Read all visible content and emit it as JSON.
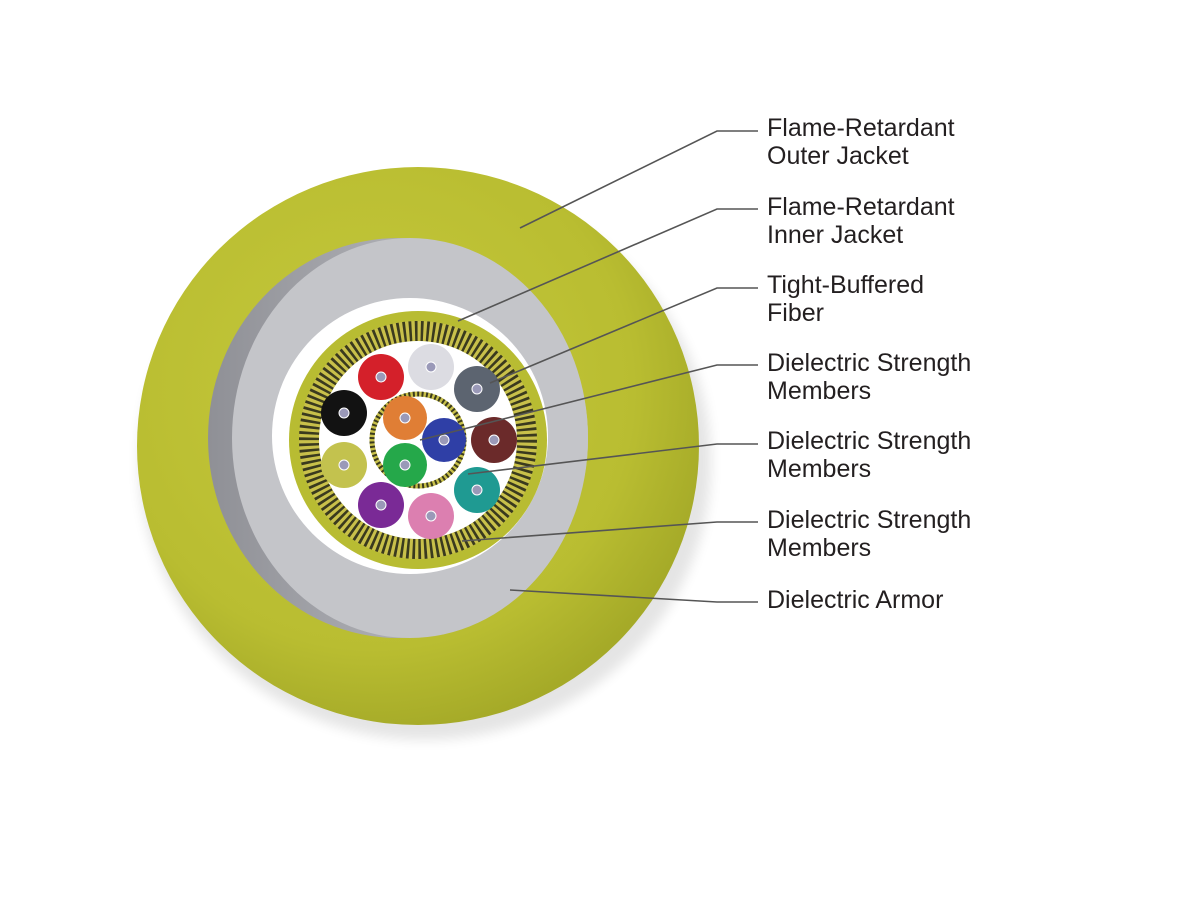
{
  "colors": {
    "outer_jacket": "#b8bc32",
    "armor": "#c4c5c9",
    "inner_jacket": "#b8bc32",
    "strength_yarn_light": "#c8c04a",
    "strength_yarn_dark": "#3a3a1e",
    "leader_line": "#555555",
    "label_text": "#231f20"
  },
  "fibers": {
    "outer_ring": [
      {
        "color_name": "red",
        "color": "#d4202a"
      },
      {
        "color_name": "slate",
        "color": "#5c6470"
      },
      {
        "color_name": "brown",
        "color": "#6b2a2a"
      },
      {
        "color_name": "aqua",
        "color": "#1f9a92"
      },
      {
        "color_name": "rose",
        "color": "#dc7fb0"
      },
      {
        "color_name": "violet",
        "color": "#7a2a96"
      },
      {
        "color_name": "yellow",
        "color": "#c3c24e"
      },
      {
        "color_name": "black",
        "color": "#121212"
      },
      {
        "color_name": "white",
        "color": "#dcdce2"
      }
    ],
    "inner_ring": [
      {
        "color_name": "orange",
        "color": "#e07e35"
      },
      {
        "color_name": "blue",
        "color": "#2f3fa6"
      },
      {
        "color_name": "green",
        "color": "#25a84a"
      }
    ],
    "core_dot": "#9a99b8"
  },
  "labels": [
    {
      "line1": "Flame-Retardant",
      "line2": "Outer Jacket"
    },
    {
      "line1": "Flame-Retardant",
      "line2": "Inner Jacket"
    },
    {
      "line1": "Tight-Buffered",
      "line2": "Fiber"
    },
    {
      "line1": "Dielectric Strength",
      "line2": "Members"
    },
    {
      "line1": "Dielectric Strength",
      "line2": "Members"
    },
    {
      "line1": "Dielectric Strength",
      "line2": "Members"
    },
    {
      "line1": "Dielectric Armor",
      "line2": ""
    }
  ]
}
